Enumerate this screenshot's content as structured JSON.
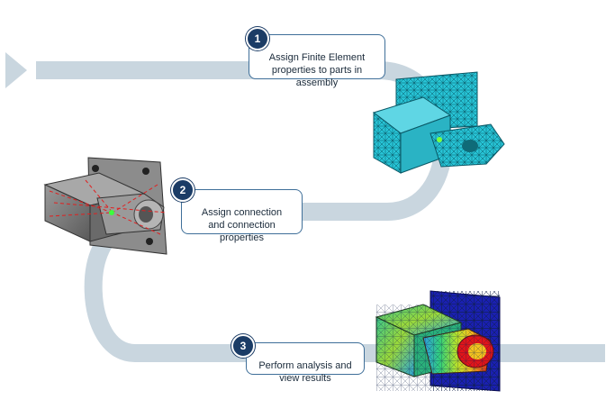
{
  "steps": [
    {
      "number": "1",
      "label": "Assign Finite Element\nproperties to parts in\nassembly"
    },
    {
      "number": "2",
      "label": "Assign connection\nand connection\nproperties"
    },
    {
      "number": "3",
      "label": "Perform analysis and\nview results"
    }
  ],
  "colors": {
    "path": "#c9d6df",
    "badge": "#1b3c66",
    "box_border": "#3f6f99",
    "mesh_cyan": "#27c4d6",
    "model_gray": "#7d7d7d",
    "result_blue": "#1a20b0"
  },
  "images": {
    "step1": "meshed-bracket-model",
    "step2": "assembly-with-connections",
    "step3": "stress-result-contour"
  }
}
